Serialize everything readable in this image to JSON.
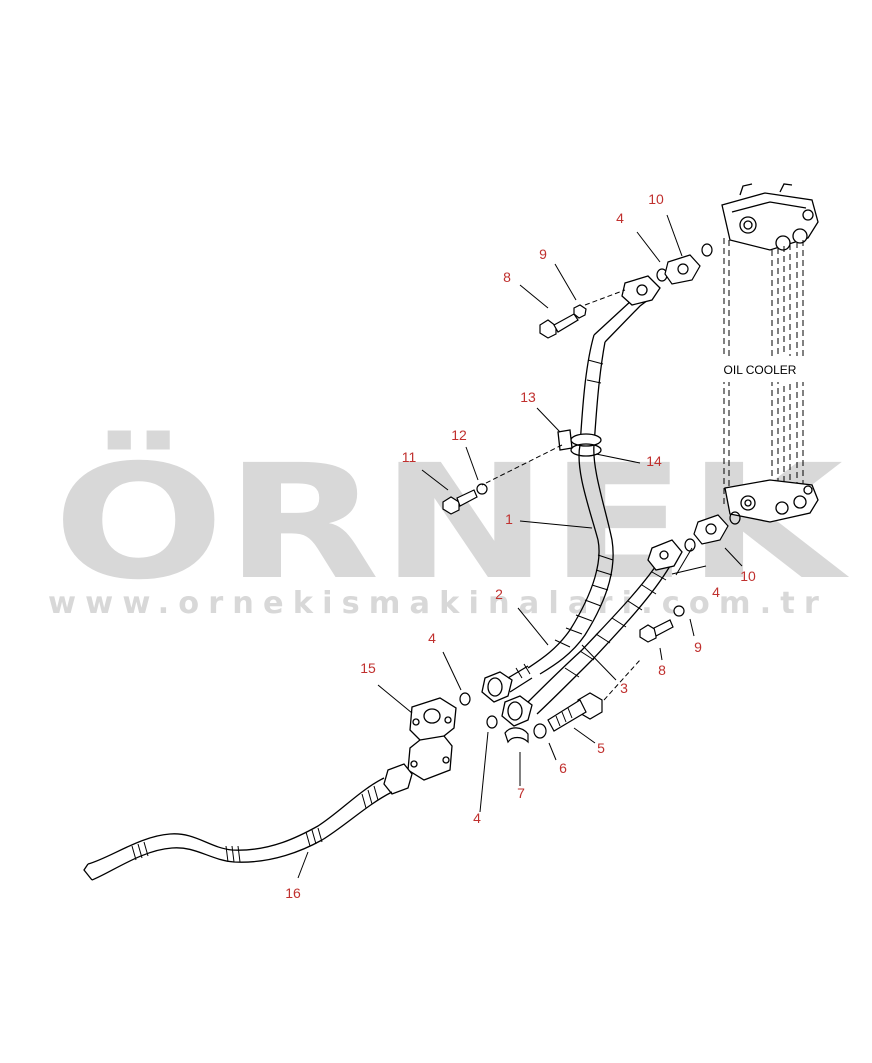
{
  "watermark": {
    "brand": "ÖRNEK",
    "url": "www.ornekismakinalari.com.tr",
    "colors": {
      "text": "#d8d8d8",
      "accent": "#f2d35e"
    }
  },
  "oil_cooler_label": "OIL COOLER",
  "callout_color": "#c0302e",
  "callouts": {
    "c1": "1",
    "c2": "2",
    "c3": "3",
    "c4a": "4",
    "c4b": "4",
    "c4c": "4",
    "c4d": "4",
    "c5": "5",
    "c6": "6",
    "c7": "7",
    "c8a": "8",
    "c8b": "8",
    "c9a": "9",
    "c9b": "9",
    "c10a": "10",
    "c10b": "10",
    "c11": "11",
    "c12": "12",
    "c13": "13",
    "c14": "14",
    "c15": "15",
    "c16": "16"
  }
}
